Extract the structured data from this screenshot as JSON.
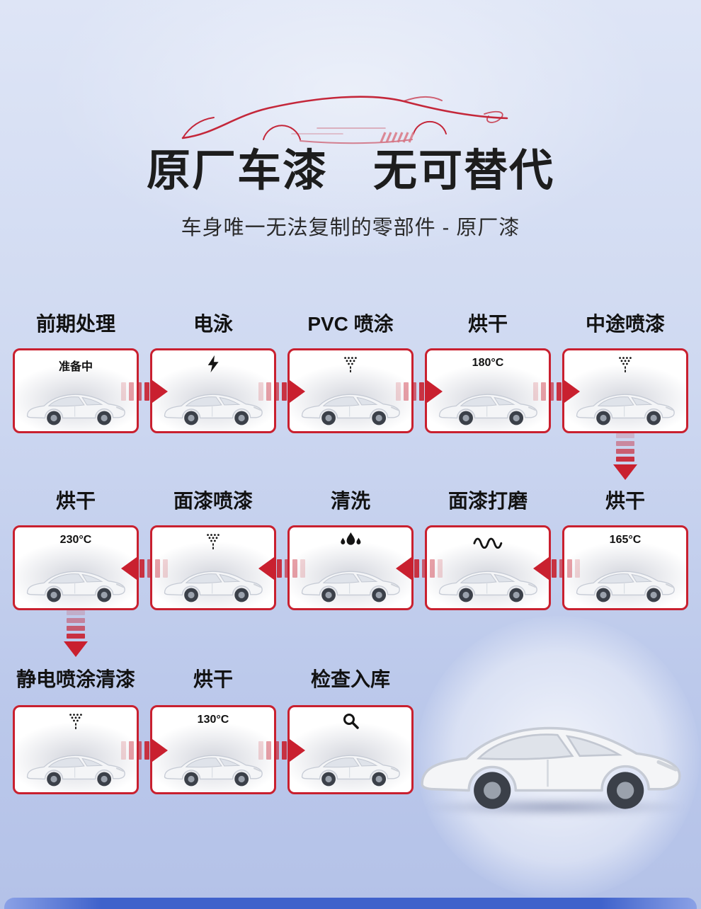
{
  "page": {
    "title": "原厂车漆　无可替代",
    "subtitle": "车身唯一无法复制的零部件 - 原厂漆"
  },
  "rows": [
    {
      "direction": "right",
      "steps": [
        {
          "label": "前期处理",
          "badge": "准备中",
          "icon": "none"
        },
        {
          "label": "电泳",
          "icon": "lightning"
        },
        {
          "label": "PVC 喷涂",
          "icon": "spray"
        },
        {
          "label": "烘干",
          "badge": "180°C",
          "icon": "none"
        },
        {
          "label": "中途喷漆",
          "icon": "spray"
        }
      ]
    },
    {
      "direction": "left",
      "steps": [
        {
          "label": "烘干",
          "badge": "230°C",
          "icon": "none"
        },
        {
          "label": "面漆喷漆",
          "icon": "spray"
        },
        {
          "label": "清洗",
          "icon": "water-drops"
        },
        {
          "label": "面漆打磨",
          "icon": "wave"
        },
        {
          "label": "烘干",
          "badge": "165°C",
          "icon": "none"
        }
      ]
    },
    {
      "direction": "right",
      "steps": [
        {
          "label": "静电喷涂清漆",
          "icon": "spray"
        },
        {
          "label": "烘干",
          "badge": "130°C",
          "icon": "none"
        },
        {
          "label": "检查入库",
          "icon": "magnifier"
        }
      ]
    }
  ],
  "colors": {
    "accent_red": "#c9202f",
    "text_dark": "#1d1d1d",
    "background_top": "#dee5f6",
    "background_bottom": "#b4c2e8",
    "footer_blue": "#3f62cb"
  }
}
